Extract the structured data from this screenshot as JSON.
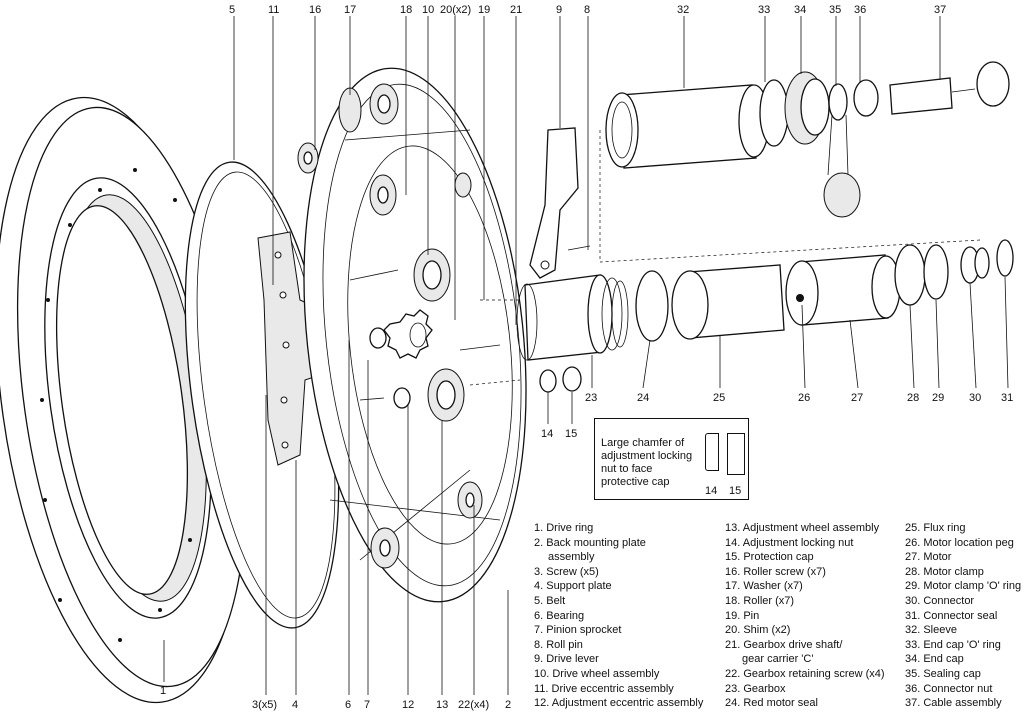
{
  "callouts_top": [
    "5",
    "11",
    "16",
    "17",
    "18",
    "10",
    "20(x2)",
    "19",
    "21",
    "9",
    "8",
    "32",
    "33",
    "34",
    "35",
    "36",
    "37"
  ],
  "callouts_mid": [
    "23",
    "24",
    "25",
    "26",
    "27",
    "28",
    "29",
    "30",
    "31",
    "14",
    "15"
  ],
  "callouts_bottom": [
    "1",
    "3(x5)",
    "4",
    "6",
    "7",
    "12",
    "13",
    "22(x4)",
    "2"
  ],
  "inset": {
    "text": "Large chamfer of adjustment locking nut to face protective cap",
    "label_a": "14",
    "label_b": "15"
  },
  "legend": {
    "col1": [
      "1. Drive ring",
      "2. Back mounting plate",
      "assembly",
      "3. Screw (x5)",
      "4. Support plate",
      "5. Belt",
      "6. Bearing",
      "7. Pinion sprocket",
      "8. Roll pin",
      "9. Drive lever",
      "10. Drive wheel assembly",
      "11. Drive eccentric assembly",
      "12. Adjustment eccentric assembly"
    ],
    "col2": [
      "13. Adjustment wheel assembly",
      "14. Adjustment locking nut",
      "15. Protection cap",
      "16. Roller screw (x7)",
      "17. Washer (x7)",
      "18. Roller (x7)",
      "19. Pin",
      "20. Shim (x2)",
      "21. Gearbox drive shaft/",
      "gear carrier 'C'",
      "22. Gearbox retaining screw (x4)",
      "23. Gearbox",
      "24. Red motor seal"
    ],
    "col3": [
      "25. Flux ring",
      "26. Motor location peg",
      "27. Motor",
      "28. Motor clamp",
      "29. Motor clamp 'O' ring",
      "30. Connector",
      "31. Connector seal",
      "32. Sleeve",
      "33. End cap 'O' ring",
      "34. End cap",
      "35. Sealing cap",
      "36. Connector nut",
      "37. Cable assembly"
    ]
  }
}
